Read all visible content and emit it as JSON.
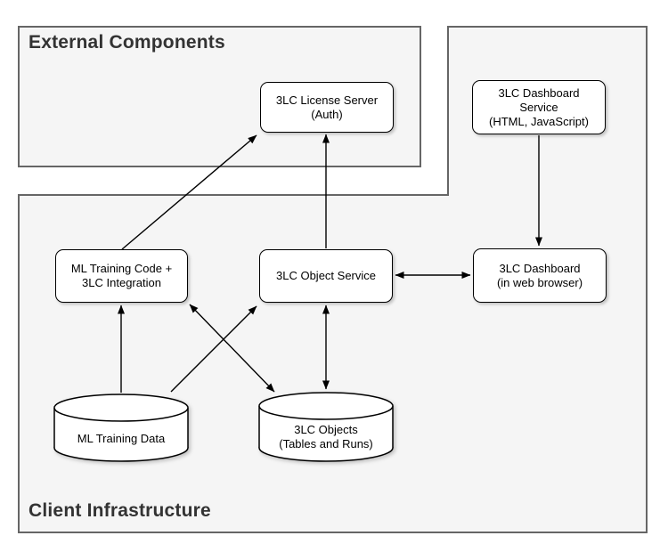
{
  "diagram": {
    "regions": {
      "external": {
        "label": "External Components"
      },
      "client": {
        "label": "Client Infrastructure"
      }
    },
    "nodes": {
      "license_server": {
        "label": "3LC License Server\n(Auth)",
        "shape": "rounded-box",
        "region": "external"
      },
      "dashboard_service": {
        "label": "3LC Dashboard\nService\n(HTML, JavaScript)",
        "shape": "rounded-box",
        "region": "client"
      },
      "ml_training_code": {
        "label": "ML Training Code +\n3LC Integration",
        "shape": "rounded-box",
        "region": "client"
      },
      "object_service": {
        "label": "3LC Object Service",
        "shape": "rounded-box",
        "region": "client"
      },
      "dashboard_browser": {
        "label": "3LC Dashboard\n(in web browser)",
        "shape": "rounded-box",
        "region": "client"
      },
      "ml_training_data": {
        "label": "ML Training Data",
        "shape": "cylinder",
        "region": "client"
      },
      "objects_store": {
        "label": "3LC Objects\n(Tables and Runs)",
        "shape": "cylinder",
        "region": "client"
      }
    },
    "edges": [
      {
        "from": "ml_training_code",
        "to": "license_server",
        "bidirectional": false
      },
      {
        "from": "object_service",
        "to": "license_server",
        "bidirectional": false
      },
      {
        "from": "dashboard_service",
        "to": "dashboard_browser",
        "bidirectional": false
      },
      {
        "from": "object_service",
        "to": "dashboard_browser",
        "bidirectional": true
      },
      {
        "from": "ml_training_data",
        "to": "ml_training_code",
        "bidirectional": false
      },
      {
        "from": "ml_training_code",
        "to": "objects_store",
        "bidirectional": true
      },
      {
        "from": "ml_training_data",
        "to": "object_service",
        "bidirectional": false
      },
      {
        "from": "object_service",
        "to": "objects_store",
        "bidirectional": true
      }
    ],
    "colors": {
      "region_fill": "#f5f5f5",
      "region_border": "#666666",
      "node_fill": "#ffffff",
      "node_border": "#000000",
      "arrow": "#000000",
      "title_text": "#333333",
      "node_text": "#000000"
    }
  }
}
